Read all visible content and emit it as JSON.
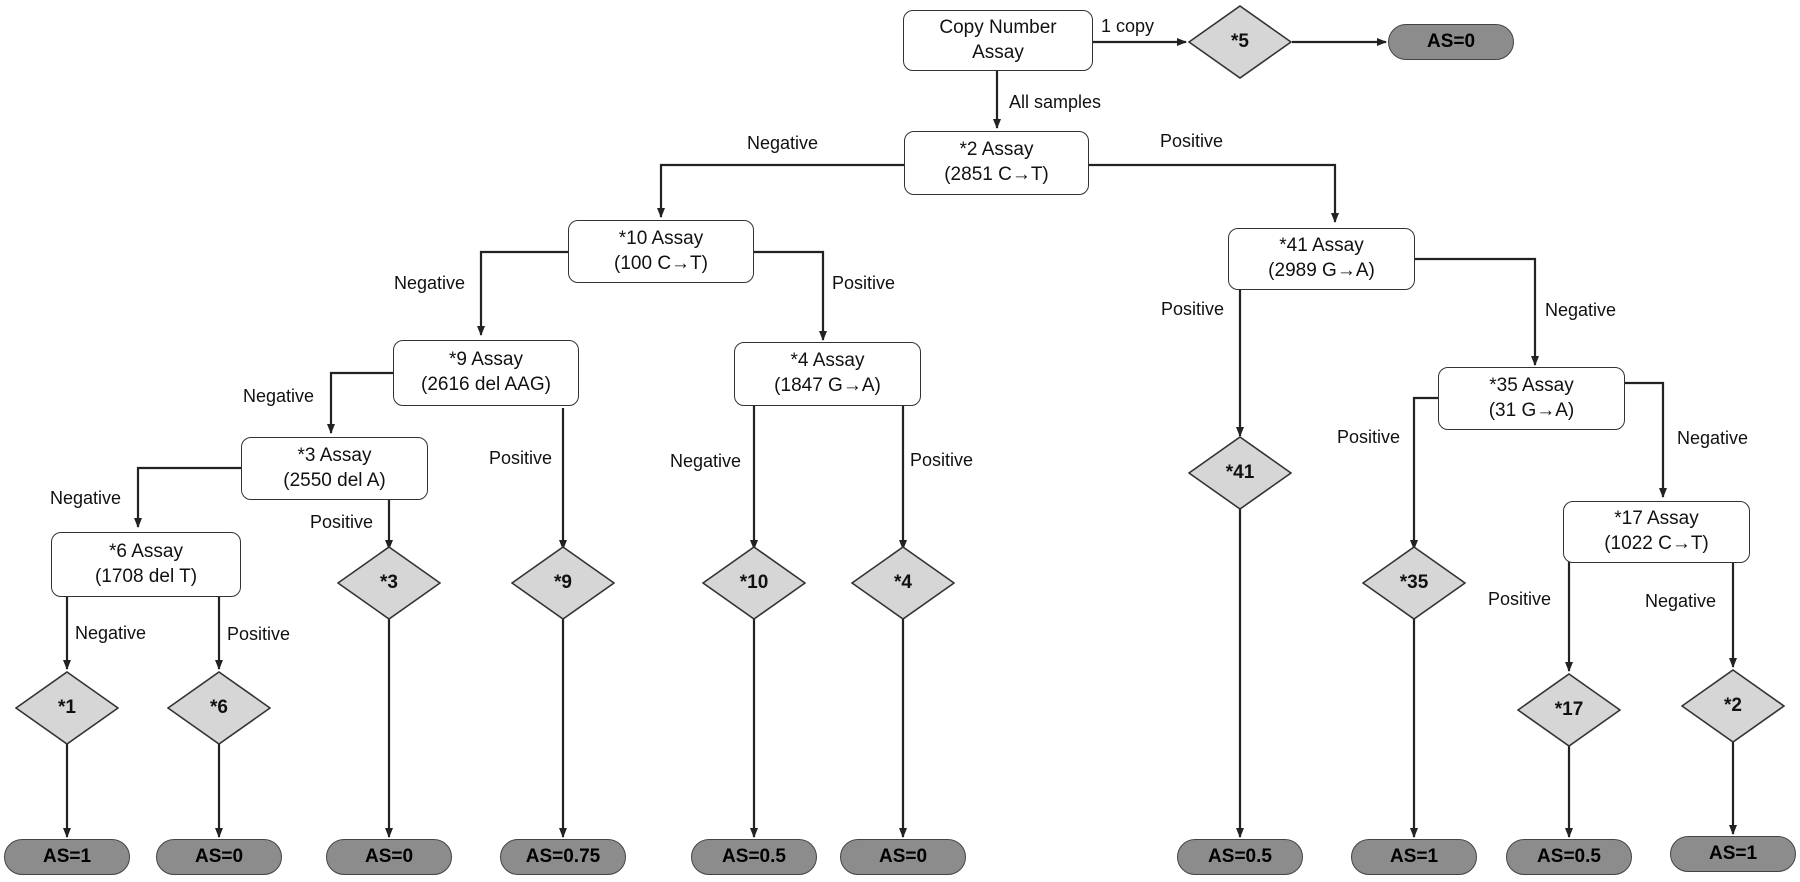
{
  "nodes": {
    "copy_number": {
      "line1": "Copy Number",
      "line2": "Assay"
    },
    "a2": {
      "line1": "*2 Assay",
      "line2": "(2851 C→T)"
    },
    "a10": {
      "line1": "*10 Assay",
      "line2": "(100 C→T)"
    },
    "a9": {
      "line1": "*9 Assay",
      "line2": "(2616 del AAG)"
    },
    "a3": {
      "line1": "*3 Assay",
      "line2": "(2550 del A)"
    },
    "a6": {
      "line1": "*6 Assay",
      "line2": "(1708 del T)"
    },
    "a4": {
      "line1": "*4 Assay",
      "line2": "(1847 G→A)"
    },
    "a41": {
      "line1": "*41 Assay",
      "line2": "(2989 G→A)"
    },
    "a35": {
      "line1": "*35 Assay",
      "line2": "(31 G→A)"
    },
    "a17": {
      "line1": "*17 Assay",
      "line2": "(1022 C→T)"
    }
  },
  "alleles": {
    "d5": "*5",
    "d1": "*1",
    "d6": "*6",
    "d3": "*3",
    "d9": "*9",
    "d10": "*10",
    "d4": "*4",
    "d41": "*41",
    "d35": "*35",
    "d17": "*17",
    "d2": "*2"
  },
  "scores": {
    "t5": "AS=0",
    "t1": "AS=1",
    "t6": "AS=0",
    "t3": "AS=0",
    "t9": "AS=0.75",
    "t10": "AS=0.5",
    "t4": "AS=0",
    "t41": "AS=0.5",
    "t35": "AS=1",
    "t17": "AS=0.5",
    "t2": "AS=1"
  },
  "edge_labels": {
    "one_copy": "1 copy",
    "all_samples": "All samples",
    "a2_neg": "Negative",
    "a2_pos": "Positive",
    "a10_neg": "Negative",
    "a10_pos": "Positive",
    "a9_neg": "Negative",
    "a9_pos": "Positive",
    "a3_neg": "Negative",
    "a3_pos": "Positive",
    "a6_neg": "Negative",
    "a6_pos": "Positive",
    "a4_neg": "Negative",
    "a4_pos": "Positive",
    "a41_pos": "Positive",
    "a41_neg": "Negative",
    "a35_pos": "Positive",
    "a35_neg": "Negative",
    "a17_pos": "Positive",
    "a17_neg": "Negative"
  },
  "colors": {
    "allele_fill": "#d6d6d6",
    "score_fill": "#8c8c8c",
    "line": "#222222"
  }
}
